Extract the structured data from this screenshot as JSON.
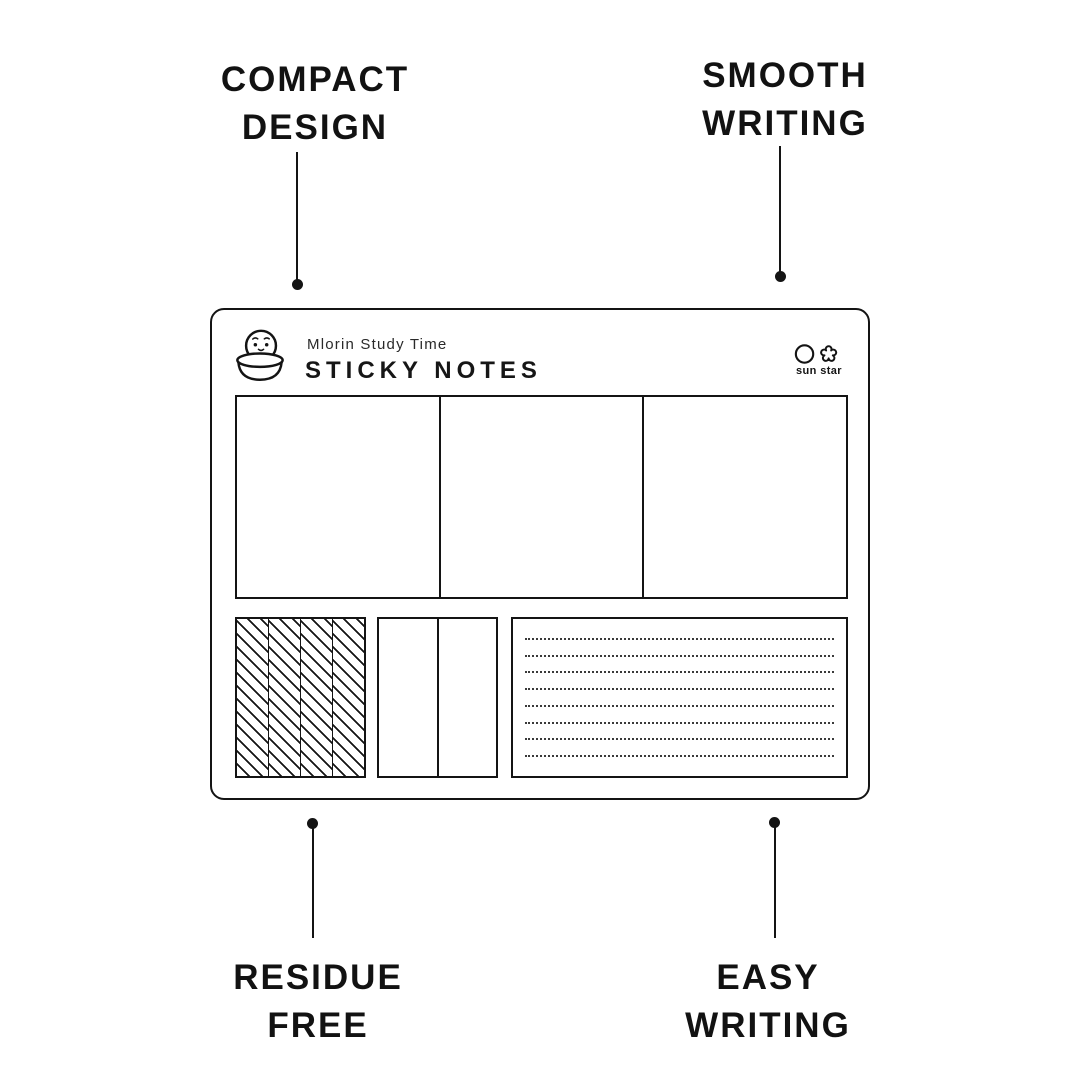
{
  "colors": {
    "ink": "#141414",
    "background": "#ffffff"
  },
  "features": [
    {
      "id": "compact-design",
      "line1": "COMPACT",
      "line2": "DESIGN"
    },
    {
      "id": "smooth-writing",
      "line1": "SMOOTH",
      "line2": "WRITING"
    },
    {
      "id": "residue-free",
      "line1": "RESIDUE",
      "line2": "FREE"
    },
    {
      "id": "easy-writing",
      "line1": "EASY",
      "line2": "WRITING"
    }
  ],
  "product": {
    "brand": "Mlorin Study Time",
    "title": "STICKY NOTES",
    "logo_text": "sun star",
    "icons": {
      "mascot": "mlorin-cup-character-icon",
      "logo": "circle-and-flower-logo-icon"
    }
  }
}
